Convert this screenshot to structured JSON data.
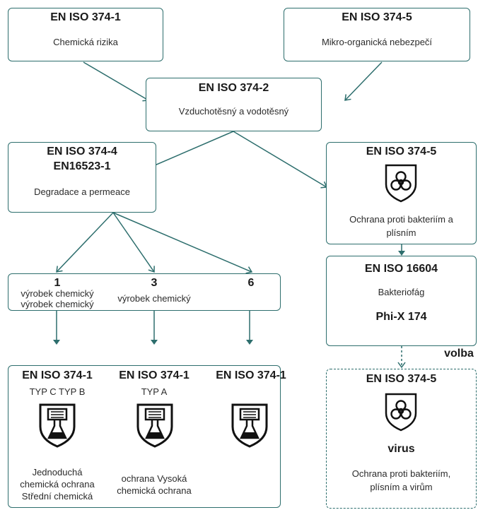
{
  "top_left": {
    "title": "EN ISO 374-1",
    "subtitle": "Chemická rizika"
  },
  "top_right": {
    "title": "EN ISO 374-5",
    "subtitle": "Mikro-organická nebezpečí"
  },
  "middle": {
    "title": "EN ISO 374-2",
    "subtitle": "Vzduchotěsný a vodotěsný"
  },
  "left_mid": {
    "title1": "EN ISO 374-4",
    "title2": "EN16523-1",
    "subtitle": "Degradace a permeace"
  },
  "right_mid": {
    "title": "EN ISO 374-5",
    "caption1": "Ochrana proti bakteriím a",
    "caption2": "plísním"
  },
  "levels": [
    {
      "num": "1",
      "line1": "výrobek chemický",
      "line2": "výrobek chemický"
    },
    {
      "num": "3",
      "line1": "výrobek chemický",
      "line2": ""
    },
    {
      "num": "6",
      "line1": "",
      "line2": ""
    }
  ],
  "phage": {
    "title": "EN ISO 16604",
    "subtitle": "Bakteriofág",
    "strain": "Phi-X 174"
  },
  "option_label": "volba",
  "chem_cols": [
    {
      "title": "EN ISO 374-1",
      "type": "TYP C TYP B",
      "cap1": "Jednoduchá",
      "cap2": "chemická ochrana",
      "cap3": "Střední chemická"
    },
    {
      "title": "EN ISO 374-1",
      "type": "TYP A",
      "cap1": "",
      "cap2": "ochrana Vysoká",
      "cap3": "chemická ochrana"
    },
    {
      "title": "EN ISO 374-1",
      "type": "",
      "cap1": "",
      "cap2": "",
      "cap3": ""
    }
  ],
  "virus_box": {
    "title": "EN ISO 374-5",
    "virus": "virus",
    "cap1": "Ochrana proti bakteriím,",
    "cap2": "plísním a virům"
  },
  "colors": {
    "border": "#2d6e6d",
    "icon": "#111111"
  }
}
